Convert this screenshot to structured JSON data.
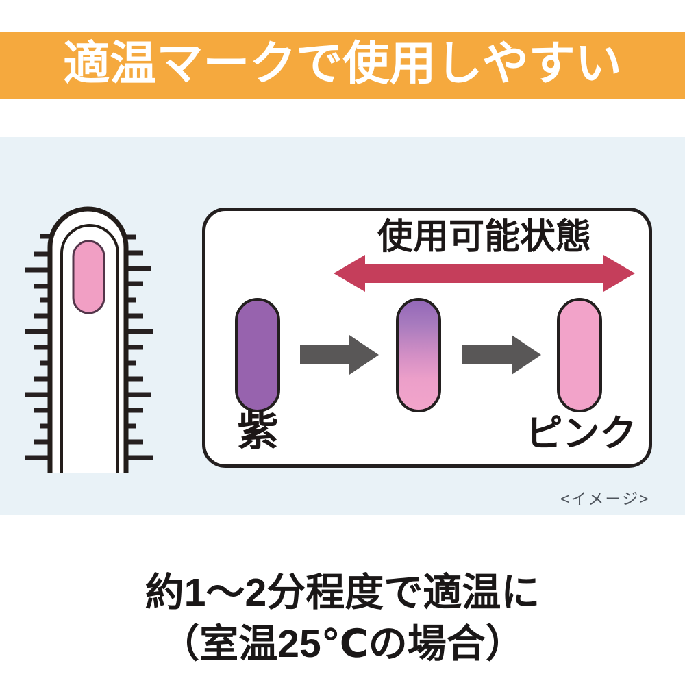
{
  "banner": {
    "title": "適温マークで使用しやすい"
  },
  "panel": {
    "title": "使用可能状態",
    "label_purple": "紫",
    "label_pink": "ピンク"
  },
  "caption": "<イメージ>",
  "footer": {
    "line1": "約1〜2分程度で適温に",
    "line2": "（室温25℃の場合）"
  },
  "colors": {
    "banner_bg": "#F5A93E",
    "section_bg": "#E9F2F7",
    "usable_arrow_red": "#C53E5B",
    "step_arrow_gray": "#595757",
    "capsule_purple": "#9763AE",
    "capsule_pink": "#F2A3C9",
    "gradient_top_purple": "#9468B8",
    "gradient_bottom_pink": "#F2A5CB",
    "temp_mark_pink": "#F19FC4",
    "outline_black": "#231F1F"
  }
}
